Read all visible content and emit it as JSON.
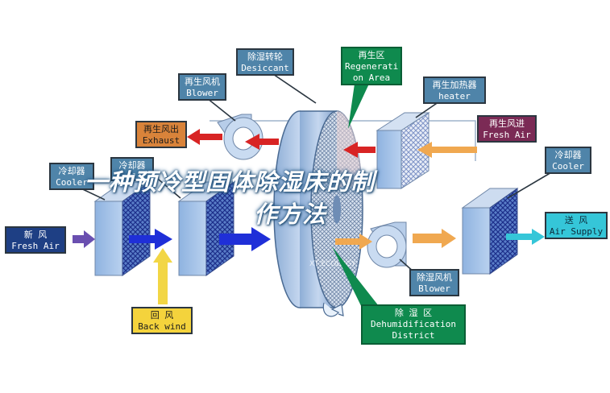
{
  "headline": {
    "line1": "一种预冷型固体除湿床的制",
    "line2": "作方法"
  },
  "labels": {
    "desiccant": {
      "cn": "除湿转轮",
      "en": "Desiccant"
    },
    "regeneration_area": {
      "cn": "再生区",
      "en1": "Regenerati",
      "en2": "on Area"
    },
    "regen_blower": {
      "cn": "再生风机",
      "en": "Blower"
    },
    "regen_heater": {
      "cn": "再生加热器",
      "en": "heater"
    },
    "regen_exhaust": {
      "cn": "再生风出",
      "en": "Exhaust"
    },
    "regen_fresh_air": {
      "cn": "再生风进",
      "en": "Fresh Air"
    },
    "cooler_1": {
      "cn": "冷却器",
      "en": "Cooler"
    },
    "cooler_2": {
      "cn": "冷却器",
      "en": "Cooler"
    },
    "cooler_3": {
      "cn": "冷却器",
      "en": "Cooler"
    },
    "fresh_air": {
      "cn": "新     风",
      "en": "Fresh Air"
    },
    "back_wind": {
      "cn": "回     风",
      "en": "Back wind"
    },
    "supply": {
      "cn": "送   风",
      "en": "Air Supply"
    },
    "dehum_blower": {
      "cn": "除湿风机",
      "en": "Blower"
    },
    "dehum_district": {
      "cn": "除     湿     区",
      "en1": "Dehumidification",
      "en2": "District"
    }
  },
  "colors": {
    "steel_label": "#4f84a9",
    "green_label": "#0f8a4e",
    "orange_label": "#d9833a",
    "maroon_label": "#7b2a55",
    "yellow_label": "#f4d33c",
    "navy_label": "#1e3f84",
    "cyan_label": "#35c6d8",
    "blue_arrow": "#1f2fd8",
    "orange_arrow": "#f0a850",
    "red_arrow": "#d82424",
    "purple_arrow": "#6a4fb0",
    "yellow_arrow": "#f2d645",
    "cyan_arrow": "#35c6d8"
  },
  "watermark": "XT ECOLOGY"
}
